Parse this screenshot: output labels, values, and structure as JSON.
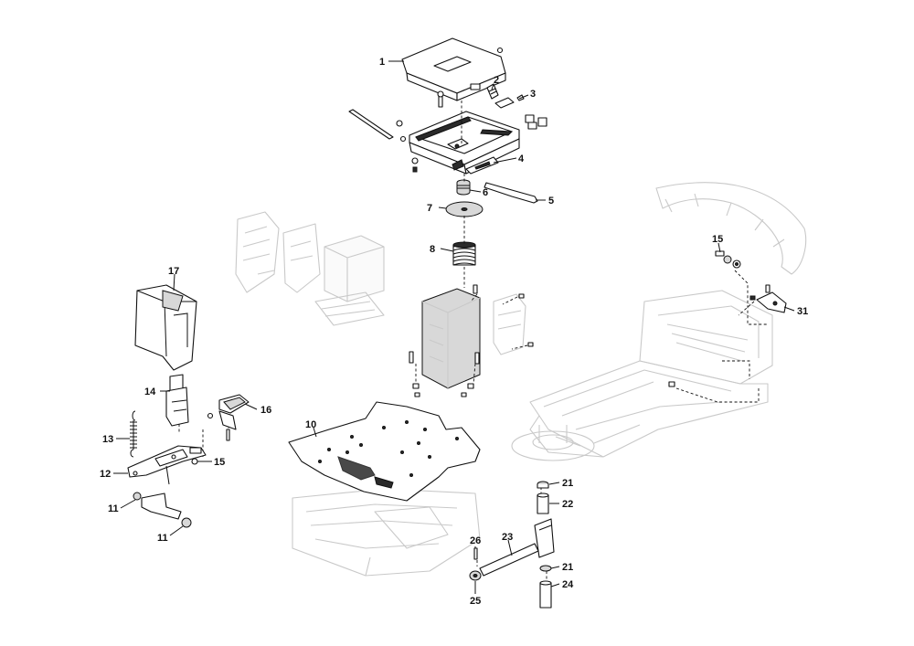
{
  "callouts": {
    "c1": "1",
    "c2": "2",
    "c3": "3",
    "c4": "4",
    "c5": "5",
    "c6": "6",
    "c7": "7",
    "c8": "8",
    "c10": "10",
    "c11a": "11",
    "c11b": "11",
    "c12": "12",
    "c13": "13",
    "c14": "14",
    "c15a": "15",
    "c15b": "15",
    "c16": "16",
    "c17": "17",
    "c21a": "21",
    "c21b": "21",
    "c22": "22",
    "c23": "23",
    "c24": "24",
    "c25": "25",
    "c26": "26",
    "c31": "31"
  },
  "colors": {
    "ink": "#111111",
    "ghost": "#c9c9c9",
    "background": "#ffffff"
  }
}
